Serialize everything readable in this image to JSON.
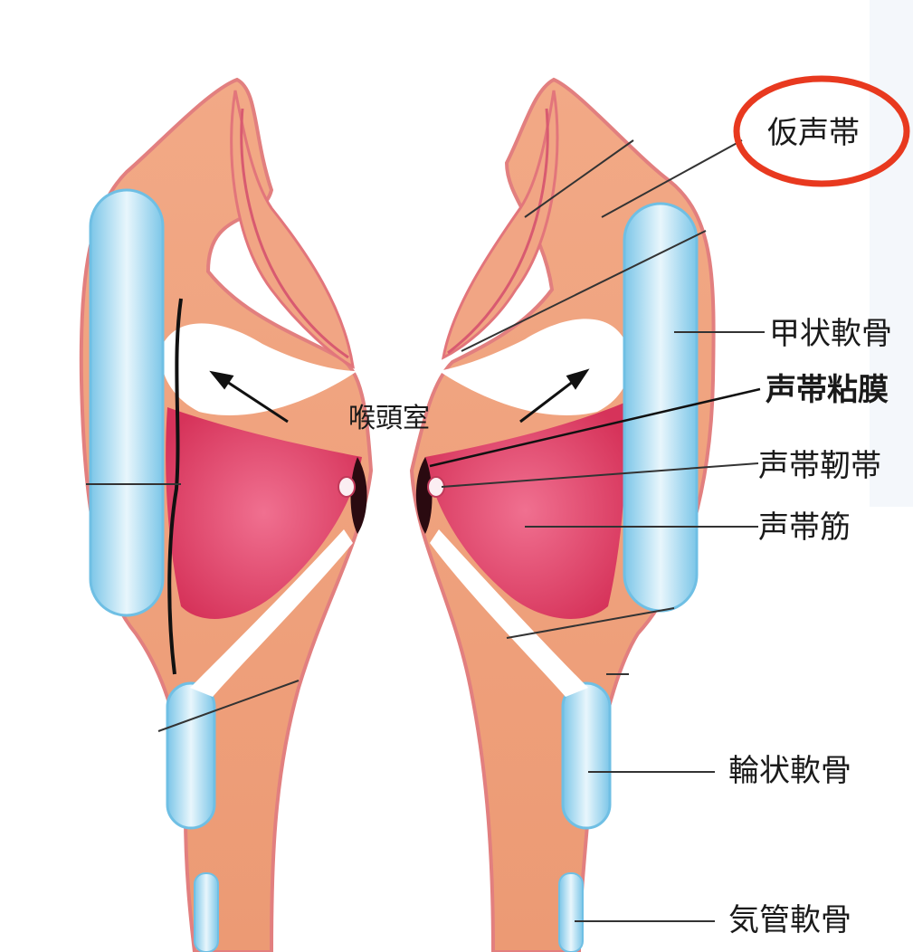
{
  "diagram": {
    "center_label": "喉頭室",
    "labels": {
      "false_vocal_fold": "仮声帯",
      "thyroid_cartilage": "甲状軟骨",
      "vocal_fold_mucosa": "声帯粘膜",
      "vocal_ligament": "声帯靭帯",
      "vocalis_muscle": "声帯筋",
      "cricoid_cartilage": "輪状軟骨",
      "tracheal_cartilage": "気管軟骨"
    },
    "highlighted_label": "仮声帯",
    "highlight_color": "#e8391f",
    "colors": {
      "tissue": "#f0a37f",
      "tissue_dark": "#e5835f",
      "mucosa_outline": "#e07a7e",
      "muscle": "#dc3c64",
      "cartilage": "#a8d8ee",
      "cartilage_edge": "#6fbfe4"
    }
  }
}
